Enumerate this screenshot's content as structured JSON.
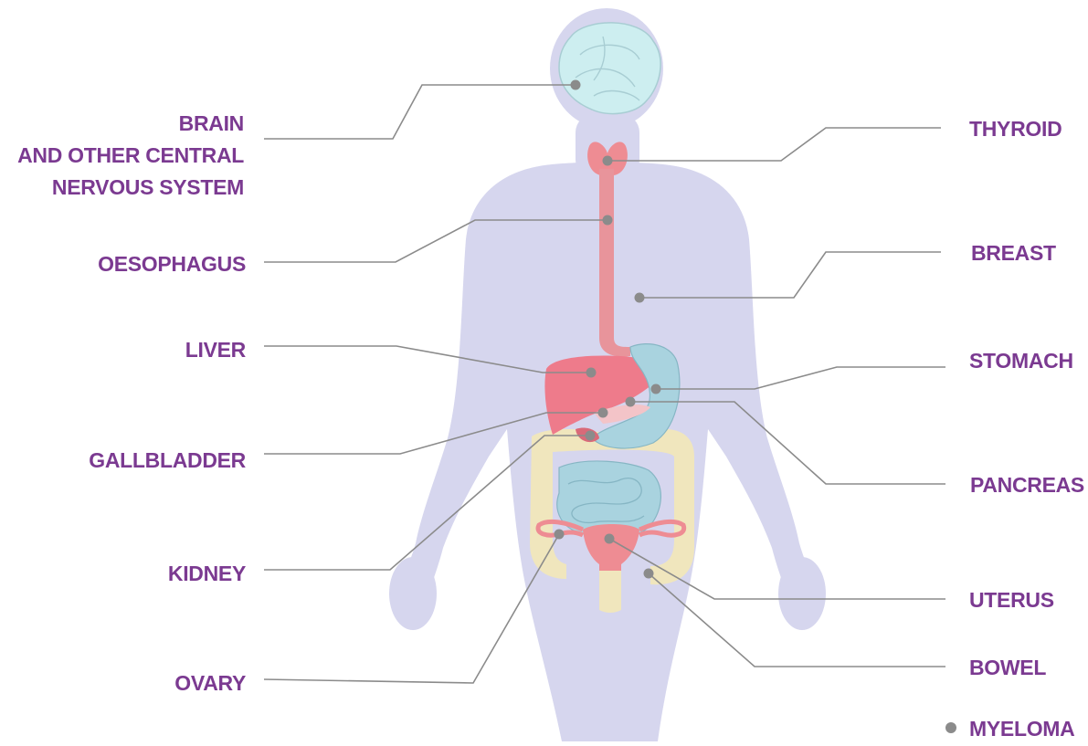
{
  "colors": {
    "label": "#7b3a91",
    "body": "#d6d6ee",
    "brain": "#cdeef0",
    "organ_red": "#ee7b8b",
    "organ_blue": "#a9d3df",
    "bowel": "#f0e6bd",
    "leader": "#8b8b8b"
  },
  "labels": {
    "brain": [
      "BRAIN",
      "AND OTHER CENTRAL",
      "NERVOUS SYSTEM"
    ],
    "oesophagus": "OESOPHAGUS",
    "liver": "LIVER",
    "gallbladder": "GALLBLADDER",
    "kidney": "KIDNEY",
    "ovary": "OVARY",
    "thyroid": "THYROID",
    "breast": "BREAST",
    "stomach": "STOMACH",
    "pancreas": "PANCREAS",
    "uterus": "UTERUS",
    "bowel": "BOWEL",
    "myeloma": "MYELOMA"
  },
  "legend": {
    "icon": "grey-dot",
    "text": "MYELOMA"
  }
}
